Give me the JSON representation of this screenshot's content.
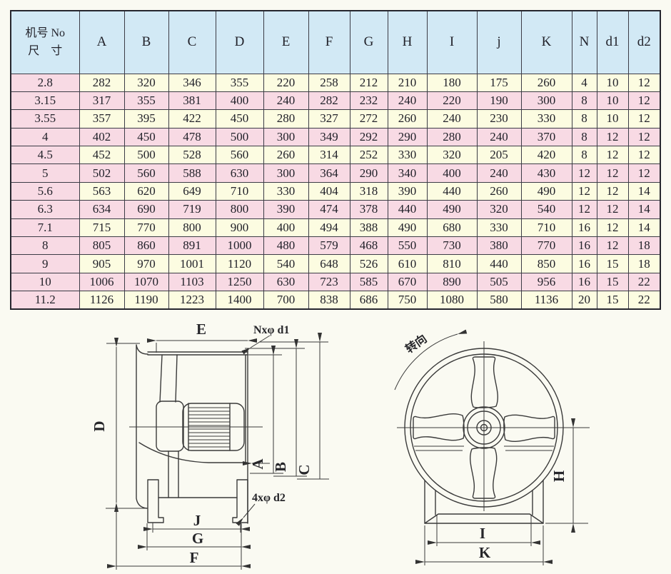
{
  "table": {
    "corner": {
      "line1": "机号 No",
      "line2": "尺　寸"
    },
    "columns": [
      "A",
      "B",
      "C",
      "D",
      "E",
      "F",
      "G",
      "H",
      "I",
      "j",
      "K",
      "N",
      "d1",
      "d2"
    ],
    "rows": [
      {
        "no": "2.8",
        "values": [
          "282",
          "320",
          "346",
          "355",
          "220",
          "258",
          "212",
          "210",
          "180",
          "175",
          "260",
          "4",
          "10",
          "12"
        ]
      },
      {
        "no": "3.15",
        "values": [
          "317",
          "355",
          "381",
          "400",
          "240",
          "282",
          "232",
          "240",
          "220",
          "190",
          "300",
          "8",
          "10",
          "12"
        ]
      },
      {
        "no": "3.55",
        "values": [
          "357",
          "395",
          "422",
          "450",
          "280",
          "327",
          "272",
          "260",
          "240",
          "230",
          "330",
          "8",
          "10",
          "12"
        ]
      },
      {
        "no": "4",
        "values": [
          "402",
          "450",
          "478",
          "500",
          "300",
          "349",
          "292",
          "290",
          "280",
          "240",
          "370",
          "8",
          "12",
          "12"
        ]
      },
      {
        "no": "4.5",
        "values": [
          "452",
          "500",
          "528",
          "560",
          "260",
          "314",
          "252",
          "330",
          "320",
          "205",
          "420",
          "8",
          "12",
          "12"
        ]
      },
      {
        "no": "5",
        "values": [
          "502",
          "560",
          "588",
          "630",
          "300",
          "364",
          "290",
          "340",
          "400",
          "240",
          "430",
          "12",
          "12",
          "12"
        ]
      },
      {
        "no": "5.6",
        "values": [
          "563",
          "620",
          "649",
          "710",
          "330",
          "404",
          "318",
          "390",
          "440",
          "260",
          "490",
          "12",
          "12",
          "14"
        ]
      },
      {
        "no": "6.3",
        "values": [
          "634",
          "690",
          "719",
          "800",
          "390",
          "474",
          "378",
          "440",
          "490",
          "320",
          "540",
          "12",
          "12",
          "14"
        ]
      },
      {
        "no": "7.1",
        "values": [
          "715",
          "770",
          "800",
          "900",
          "400",
          "494",
          "388",
          "490",
          "680",
          "330",
          "710",
          "16",
          "12",
          "14"
        ]
      },
      {
        "no": "8",
        "values": [
          "805",
          "860",
          "891",
          "1000",
          "480",
          "579",
          "468",
          "550",
          "730",
          "380",
          "770",
          "16",
          "12",
          "18"
        ]
      },
      {
        "no": "9",
        "values": [
          "905",
          "970",
          "1001",
          "1120",
          "540",
          "648",
          "526",
          "610",
          "810",
          "440",
          "850",
          "16",
          "15",
          "18"
        ]
      },
      {
        "no": "10",
        "values": [
          "1006",
          "1070",
          "1103",
          "1250",
          "630",
          "723",
          "585",
          "670",
          "890",
          "505",
          "956",
          "16",
          "15",
          "22"
        ]
      },
      {
        "no": "11.2",
        "values": [
          "1126",
          "1190",
          "1223",
          "1400",
          "700",
          "838",
          "686",
          "750",
          "1080",
          "580",
          "1136",
          "20",
          "15",
          "22"
        ]
      }
    ],
    "colors": {
      "header_bg": "#d2e9f5",
      "pink": "#f8dae4",
      "cream": "#fcfce1",
      "border": "#3c3c46",
      "outer": "#26262e",
      "ink": "#22222a",
      "page_bg": "#fafaf2"
    }
  },
  "side_view": {
    "labels": {
      "E": "E",
      "D": "D",
      "A": "A",
      "B": "B",
      "C": "C",
      "J": "J",
      "G": "G",
      "F": "F",
      "bolt_top": "Nxφ d1",
      "bolt_bottom": "4xφ d2"
    }
  },
  "front_view": {
    "labels": {
      "rotation": "转向",
      "H": "H",
      "I": "I",
      "K": "K"
    }
  }
}
